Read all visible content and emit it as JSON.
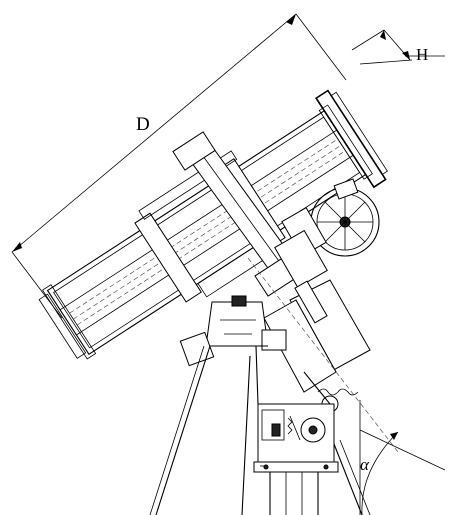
{
  "labels": {
    "diameter": "D",
    "height": "H",
    "angle": "α"
  }
}
